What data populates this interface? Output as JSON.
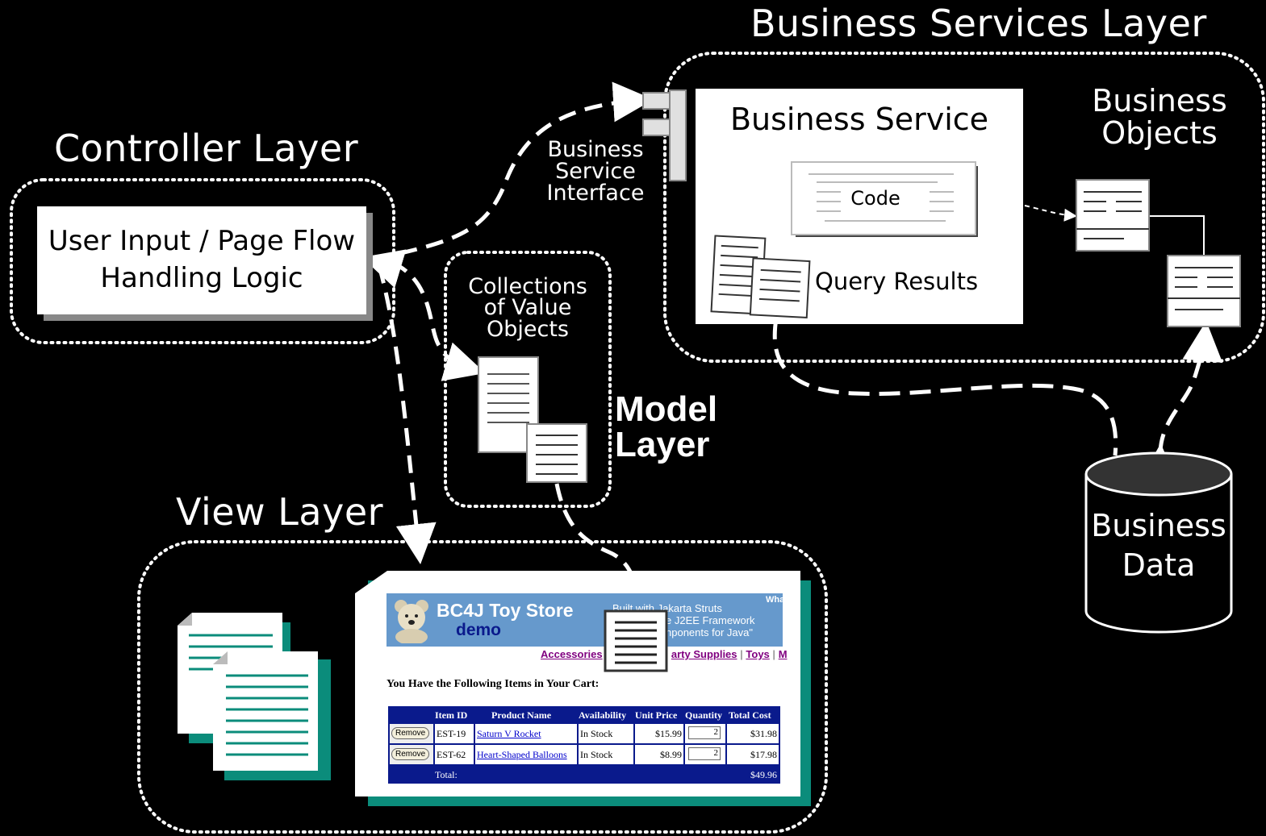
{
  "layers": {
    "business_services": "Business Services Layer",
    "controller": "Controller Layer",
    "view": "View Layer",
    "model_line1": "Model",
    "model_line2": "Layer"
  },
  "controller": {
    "logic_line1": "User Input / Page Flow",
    "logic_line2": "Handling Logic"
  },
  "interface": {
    "line1": "Business",
    "line2": "Service",
    "line3": "Interface"
  },
  "business_service": {
    "title": "Business Service",
    "code": "Code",
    "query_results": "Query Results"
  },
  "business_objects": {
    "line1": "Business",
    "line2": "Objects"
  },
  "collections": {
    "line1": "Collections",
    "line2": "of Value",
    "line3": "Objects"
  },
  "business_data": {
    "line1": "Business",
    "line2": "Data"
  },
  "toy_store": {
    "title": "BC4J Toy Store",
    "subtitle": "demo",
    "tagline_1": "Built with Jakarta Struts",
    "tagline_2": "e J2EE Framework",
    "tagline_3": "nponents for Java\"",
    "corner": "Wha",
    "nav": [
      "Accessories",
      "arty Supplies",
      "Toys",
      "M"
    ],
    "cart_heading": "You Have the Following Items in Your Cart:",
    "columns": [
      "Item ID",
      "Product Name",
      "Availability",
      "Unit Price",
      "Quantity",
      "Total Cost"
    ],
    "rows": [
      {
        "remove": "Remove",
        "id": "EST-19",
        "name": "Saturn V Rocket",
        "availability": "In Stock",
        "price": "$15.99",
        "qty": "2",
        "total": "$31.98"
      },
      {
        "remove": "Remove",
        "id": "EST-62",
        "name": "Heart-Shaped Balloons",
        "availability": "In Stock",
        "price": "$8.99",
        "qty": "2",
        "total": "$17.98"
      }
    ],
    "total_label": "Total:",
    "total_value": "$49.96"
  },
  "colors": {
    "teal": "#0b8c7b",
    "banner": "#6699cc",
    "navy": "#0a1a8c",
    "link": "#800080"
  }
}
